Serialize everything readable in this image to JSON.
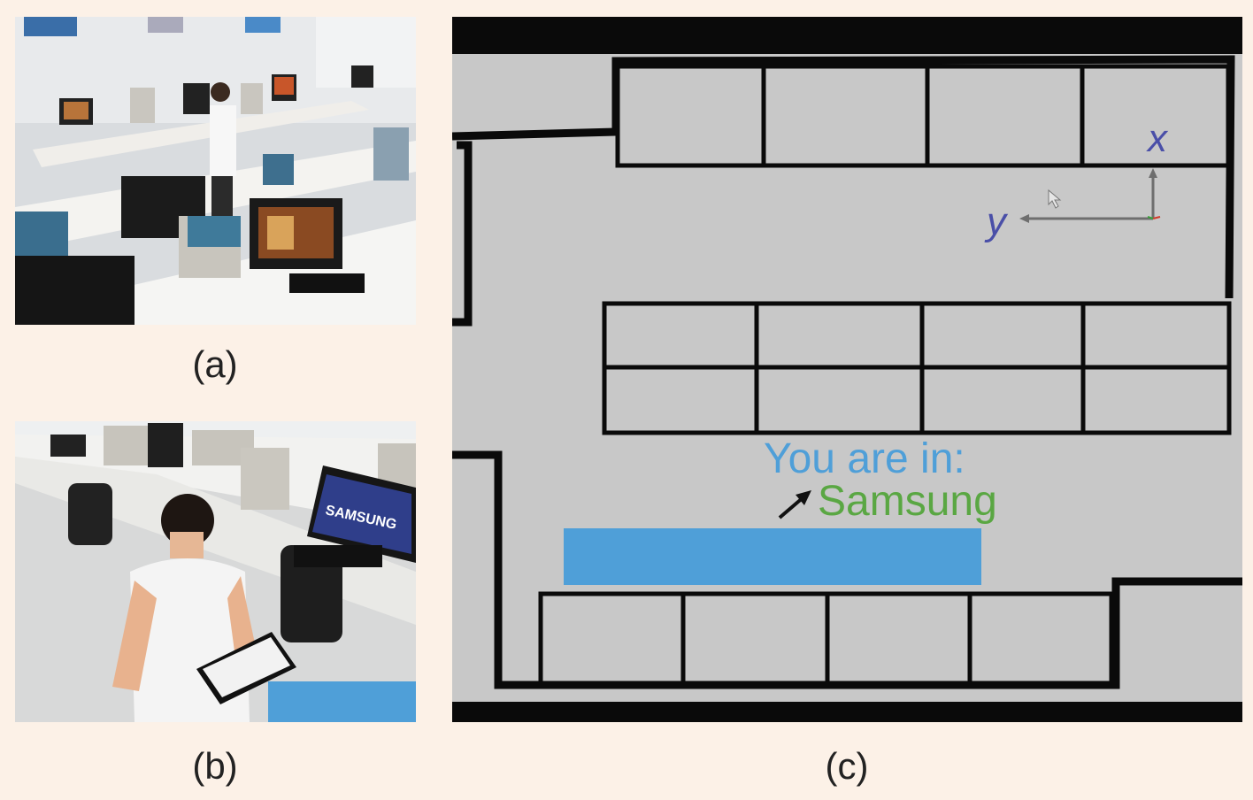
{
  "captions": {
    "a": "(a)",
    "b": "(b)",
    "c": "(c)"
  },
  "map": {
    "axis_x_label": "x",
    "axis_y_label": "y",
    "you_are_in": "You are in:",
    "location_name": "Samsung"
  },
  "photo_b": {
    "monitor_text": "SAMSUNG"
  },
  "colors": {
    "background": "#fcf1e7",
    "map_floor": "#c8c8c8",
    "wall": "#0a0a0a",
    "axis_label": "#4a4fa8",
    "you_are_in": "#4f9fd8",
    "location_name": "#5aa743",
    "redaction_box": "#4f9fd8"
  },
  "icons": [
    "arrow-icon",
    "cursor-icon"
  ]
}
